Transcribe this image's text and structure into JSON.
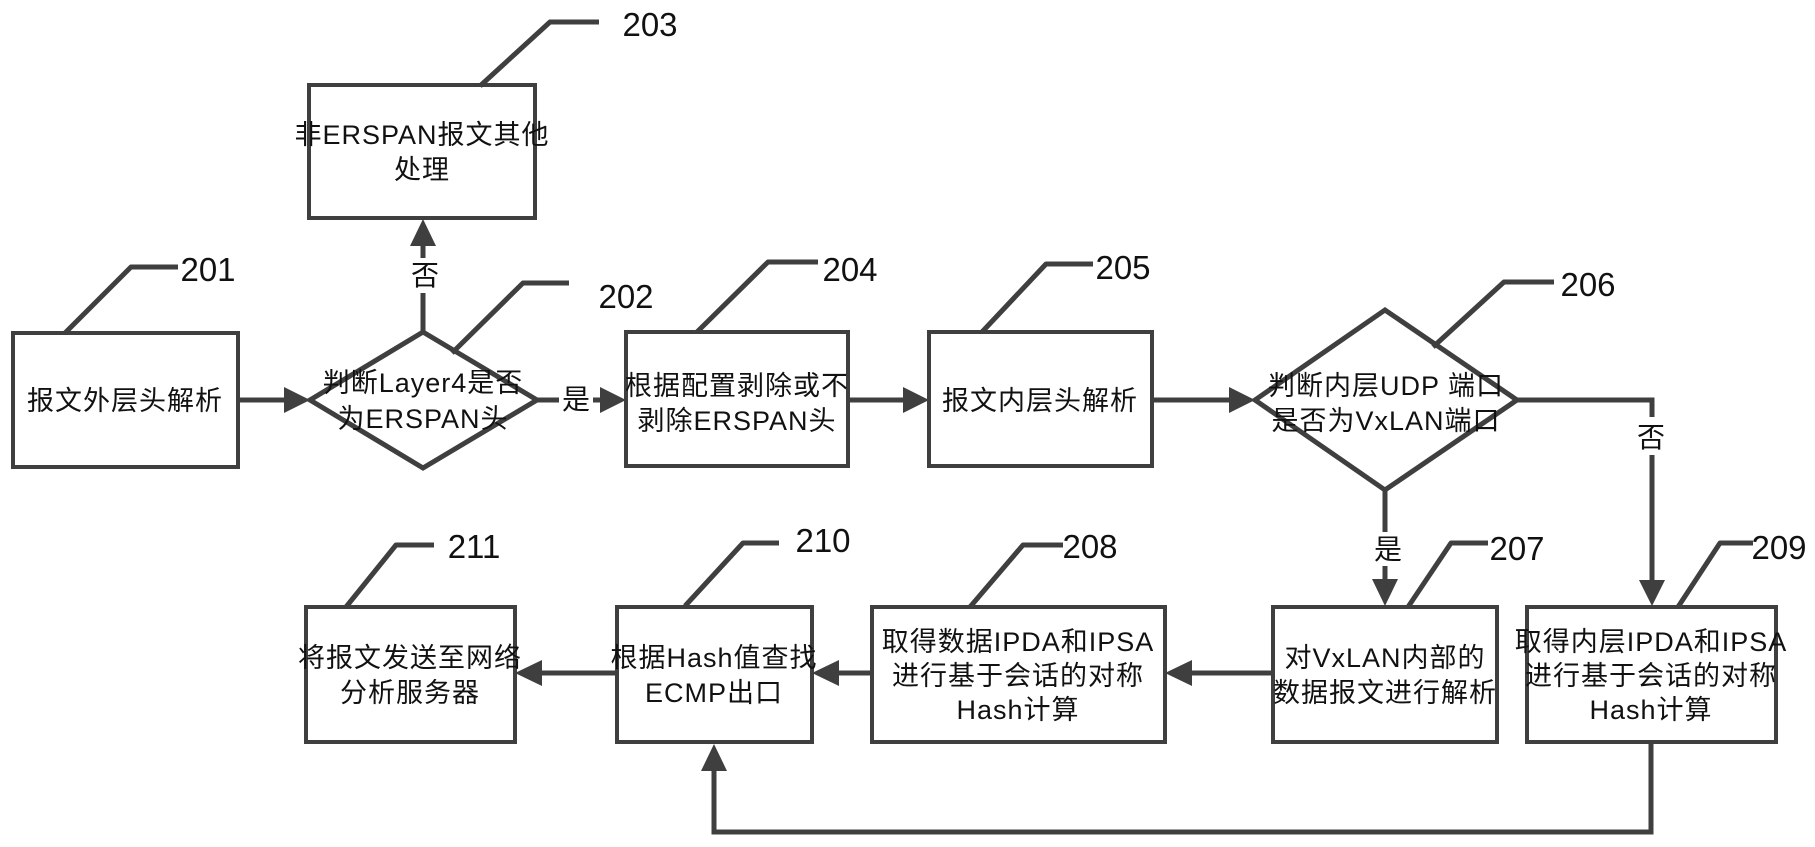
{
  "figure": {
    "kind": "patent-flowchart",
    "background": "#ffffff",
    "line_color": "#3f3f3f",
    "text_color": "#111111"
  },
  "nodes": {
    "n201": {
      "ref": "201",
      "shape": "rect",
      "lines": [
        "报文外层头解析"
      ]
    },
    "n202": {
      "ref": "202",
      "shape": "diamond",
      "lines": [
        "判断Layer4是否",
        "为ERSPAN头"
      ]
    },
    "n203": {
      "ref": "203",
      "shape": "rect",
      "lines": [
        "非ERSPAN报文其他",
        "处理"
      ]
    },
    "n204": {
      "ref": "204",
      "shape": "rect",
      "lines": [
        "根据配置剥除或不",
        "剥除ERSPAN头"
      ]
    },
    "n205": {
      "ref": "205",
      "shape": "rect",
      "lines": [
        "报文内层头解析"
      ]
    },
    "n206": {
      "ref": "206",
      "shape": "diamond",
      "lines": [
        "判断内层UDP 端口",
        "是否为VxLAN端口"
      ]
    },
    "n207": {
      "ref": "207",
      "shape": "rect",
      "lines": [
        "对VxLAN内部的",
        "数据报文进行解析"
      ]
    },
    "n208": {
      "ref": "208",
      "shape": "rect",
      "lines": [
        "取得数据IPDA和IPSA",
        "进行基于会话的对称",
        "Hash计算"
      ]
    },
    "n209": {
      "ref": "209",
      "shape": "rect",
      "lines": [
        "取得内层IPDA和IPSA",
        "进行基于会话的对称",
        "Hash计算"
      ]
    },
    "n210": {
      "ref": "210",
      "shape": "rect",
      "lines": [
        "根据Hash值查找",
        "ECMP出口"
      ]
    },
    "n211": {
      "ref": "211",
      "shape": "rect",
      "lines": [
        "将报文发送至网络",
        "分析服务器"
      ]
    }
  },
  "branch_labels": {
    "d202_no": "否",
    "d202_yes": "是",
    "d206_yes": "是",
    "d206_no": "否"
  }
}
